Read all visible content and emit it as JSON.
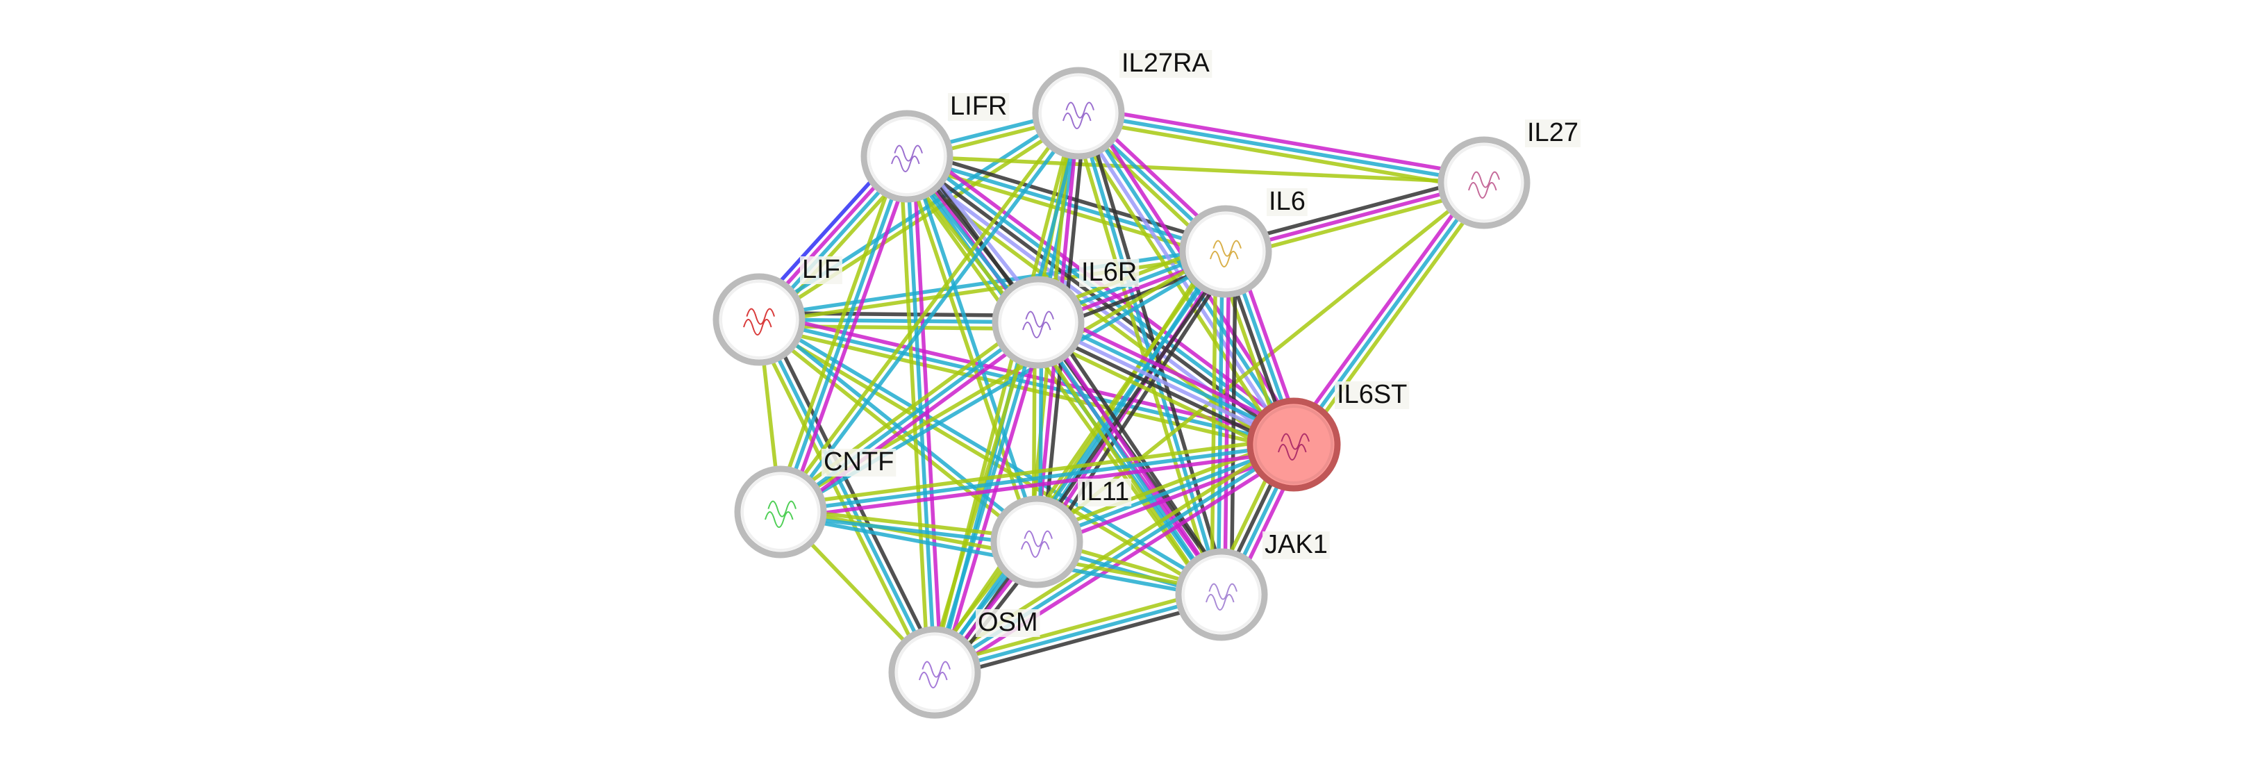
{
  "diagram": {
    "type": "protein-interaction-network",
    "evidence_colors": {
      "db": "#20acd0",
      "exp": "#cc1fcc",
      "txt": "#a7c911",
      "coexp": "#333333",
      "cooc": "#2f2ff5",
      "homol": "#9b9bfa"
    },
    "nodes": [
      {
        "id": "IL6ST",
        "label": "IL6ST",
        "query": true,
        "structure_color": "#b0306a"
      },
      {
        "id": "IL6",
        "label": "IL6",
        "query": false,
        "structure_color": "#d9b04a"
      },
      {
        "id": "IL6R",
        "label": "IL6R",
        "query": false,
        "structure_color": "#9b6fcf"
      },
      {
        "id": "JAK1",
        "label": "JAK1",
        "query": false,
        "structure_color": "#a98ad6"
      },
      {
        "id": "OSM",
        "label": "OSM",
        "query": false,
        "structure_color": "#a57ad8"
      },
      {
        "id": "LIF",
        "label": "LIF",
        "query": false,
        "structure_color": "#d93a3a"
      },
      {
        "id": "LIFR",
        "label": "LIFR",
        "query": false,
        "structure_color": "#9b6fcf"
      },
      {
        "id": "CNTF",
        "label": "CNTF",
        "query": false,
        "structure_color": "#4fcf56"
      },
      {
        "id": "IL11",
        "label": "IL11",
        "query": false,
        "structure_color": "#a57ad8"
      },
      {
        "id": "IL27RA",
        "label": "IL27RA",
        "query": false,
        "structure_color": "#9b6fcf"
      },
      {
        "id": "IL27",
        "label": "IL27",
        "query": false,
        "structure_color": "#c56a9a"
      }
    ],
    "edges": [
      {
        "a": "LIF",
        "b": "LIFR",
        "evidence": [
          "cooc",
          "exp",
          "db",
          "txt"
        ]
      },
      {
        "a": "LIF",
        "b": "IL6R",
        "evidence": [
          "coexp",
          "db",
          "txt"
        ]
      },
      {
        "a": "LIF",
        "b": "IL6ST",
        "evidence": [
          "exp",
          "db",
          "txt"
        ]
      },
      {
        "a": "LIF",
        "b": "CNTF",
        "evidence": [
          "txt"
        ]
      },
      {
        "a": "LIF",
        "b": "OSM",
        "evidence": [
          "coexp",
          "db",
          "txt"
        ]
      },
      {
        "a": "LIF",
        "b": "JAK1",
        "evidence": [
          "db",
          "txt"
        ]
      },
      {
        "a": "LIF",
        "b": "IL6",
        "evidence": [
          "db",
          "txt"
        ]
      },
      {
        "a": "LIF",
        "b": "IL11",
        "evidence": [
          "db",
          "txt"
        ]
      },
      {
        "a": "LIF",
        "b": "IL27RA",
        "evidence": [
          "db",
          "txt"
        ]
      },
      {
        "a": "LIFR",
        "b": "IL27RA",
        "evidence": [
          "db",
          "txt"
        ]
      },
      {
        "a": "LIFR",
        "b": "IL27",
        "evidence": [
          "txt"
        ]
      },
      {
        "a": "LIFR",
        "b": "IL6",
        "evidence": [
          "coexp",
          "db",
          "txt"
        ]
      },
      {
        "a": "LIFR",
        "b": "IL6ST",
        "evidence": [
          "exp",
          "db",
          "coexp",
          "homol",
          "txt"
        ]
      },
      {
        "a": "LIFR",
        "b": "JAK1",
        "evidence": [
          "coexp",
          "exp",
          "db",
          "txt"
        ]
      },
      {
        "a": "LIFR",
        "b": "IL6R",
        "evidence": [
          "homol",
          "coexp",
          "db",
          "txt"
        ]
      },
      {
        "a": "LIFR",
        "b": "CNTF",
        "evidence": [
          "exp",
          "db",
          "txt"
        ]
      },
      {
        "a": "LIFR",
        "b": "OSM",
        "evidence": [
          "exp",
          "db",
          "txt"
        ]
      },
      {
        "a": "LIFR",
        "b": "IL11",
        "evidence": [
          "db",
          "txt"
        ]
      },
      {
        "a": "IL27RA",
        "b": "IL27",
        "evidence": [
          "exp",
          "db",
          "txt"
        ]
      },
      {
        "a": "IL27RA",
        "b": "IL6",
        "evidence": [
          "exp",
          "db",
          "txt"
        ]
      },
      {
        "a": "IL27RA",
        "b": "IL6ST",
        "evidence": [
          "exp",
          "db",
          "homol",
          "txt"
        ]
      },
      {
        "a": "IL27RA",
        "b": "IL6R",
        "evidence": [
          "db",
          "txt"
        ]
      },
      {
        "a": "IL27RA",
        "b": "JAK1",
        "evidence": [
          "coexp",
          "db",
          "txt"
        ]
      },
      {
        "a": "IL27RA",
        "b": "IL11",
        "evidence": [
          "coexp",
          "exp",
          "txt"
        ]
      },
      {
        "a": "IL27RA",
        "b": "OSM",
        "evidence": [
          "db",
          "txt"
        ]
      },
      {
        "a": "IL27RA",
        "b": "CNTF",
        "evidence": [
          "db",
          "txt"
        ]
      },
      {
        "a": "IL27",
        "b": "IL6",
        "evidence": [
          "txt",
          "exp",
          "coexp"
        ]
      },
      {
        "a": "IL27",
        "b": "IL6ST",
        "evidence": [
          "txt",
          "db",
          "exp"
        ]
      },
      {
        "a": "IL27",
        "b": "IL11",
        "evidence": [
          "txt"
        ]
      },
      {
        "a": "IL6",
        "b": "IL6R",
        "evidence": [
          "coexp",
          "exp",
          "db",
          "txt"
        ]
      },
      {
        "a": "IL6",
        "b": "IL6ST",
        "evidence": [
          "exp",
          "db",
          "coexp",
          "txt"
        ]
      },
      {
        "a": "IL6",
        "b": "JAK1",
        "evidence": [
          "coexp",
          "exp",
          "db",
          "txt"
        ]
      },
      {
        "a": "IL6",
        "b": "IL11",
        "evidence": [
          "coexp",
          "exp",
          "db",
          "txt"
        ]
      },
      {
        "a": "IL6",
        "b": "OSM",
        "evidence": [
          "coexp",
          "db",
          "txt"
        ]
      },
      {
        "a": "IL6",
        "b": "CNTF",
        "evidence": [
          "db",
          "txt"
        ]
      },
      {
        "a": "IL6R",
        "b": "IL6ST",
        "evidence": [
          "exp",
          "db",
          "homol",
          "coexp",
          "txt"
        ]
      },
      {
        "a": "IL6R",
        "b": "JAK1",
        "evidence": [
          "coexp",
          "exp",
          "db",
          "txt"
        ]
      },
      {
        "a": "IL6R",
        "b": "IL11",
        "evidence": [
          "db",
          "txt"
        ]
      },
      {
        "a": "IL6R",
        "b": "OSM",
        "evidence": [
          "exp",
          "db",
          "txt"
        ]
      },
      {
        "a": "IL6R",
        "b": "CNTF",
        "evidence": [
          "exp",
          "db",
          "txt"
        ]
      },
      {
        "a": "IL6ST",
        "b": "JAK1",
        "evidence": [
          "exp",
          "db",
          "coexp",
          "txt"
        ]
      },
      {
        "a": "IL6ST",
        "b": "IL11",
        "evidence": [
          "exp",
          "db",
          "txt"
        ]
      },
      {
        "a": "IL6ST",
        "b": "OSM",
        "evidence": [
          "exp",
          "db",
          "txt"
        ]
      },
      {
        "a": "IL6ST",
        "b": "CNTF",
        "evidence": [
          "exp",
          "db",
          "txt"
        ]
      },
      {
        "a": "JAK1",
        "b": "OSM",
        "evidence": [
          "coexp",
          "db",
          "txt"
        ]
      },
      {
        "a": "JAK1",
        "b": "IL11",
        "evidence": [
          "db",
          "txt"
        ]
      },
      {
        "a": "JAK1",
        "b": "CNTF",
        "evidence": [
          "db",
          "txt"
        ]
      },
      {
        "a": "IL11",
        "b": "OSM",
        "evidence": [
          "coexp",
          "exp",
          "db",
          "txt"
        ]
      },
      {
        "a": "IL11",
        "b": "CNTF",
        "evidence": [
          "db",
          "txt"
        ]
      },
      {
        "a": "CNTF",
        "b": "OSM",
        "evidence": [
          "txt"
        ]
      }
    ]
  }
}
